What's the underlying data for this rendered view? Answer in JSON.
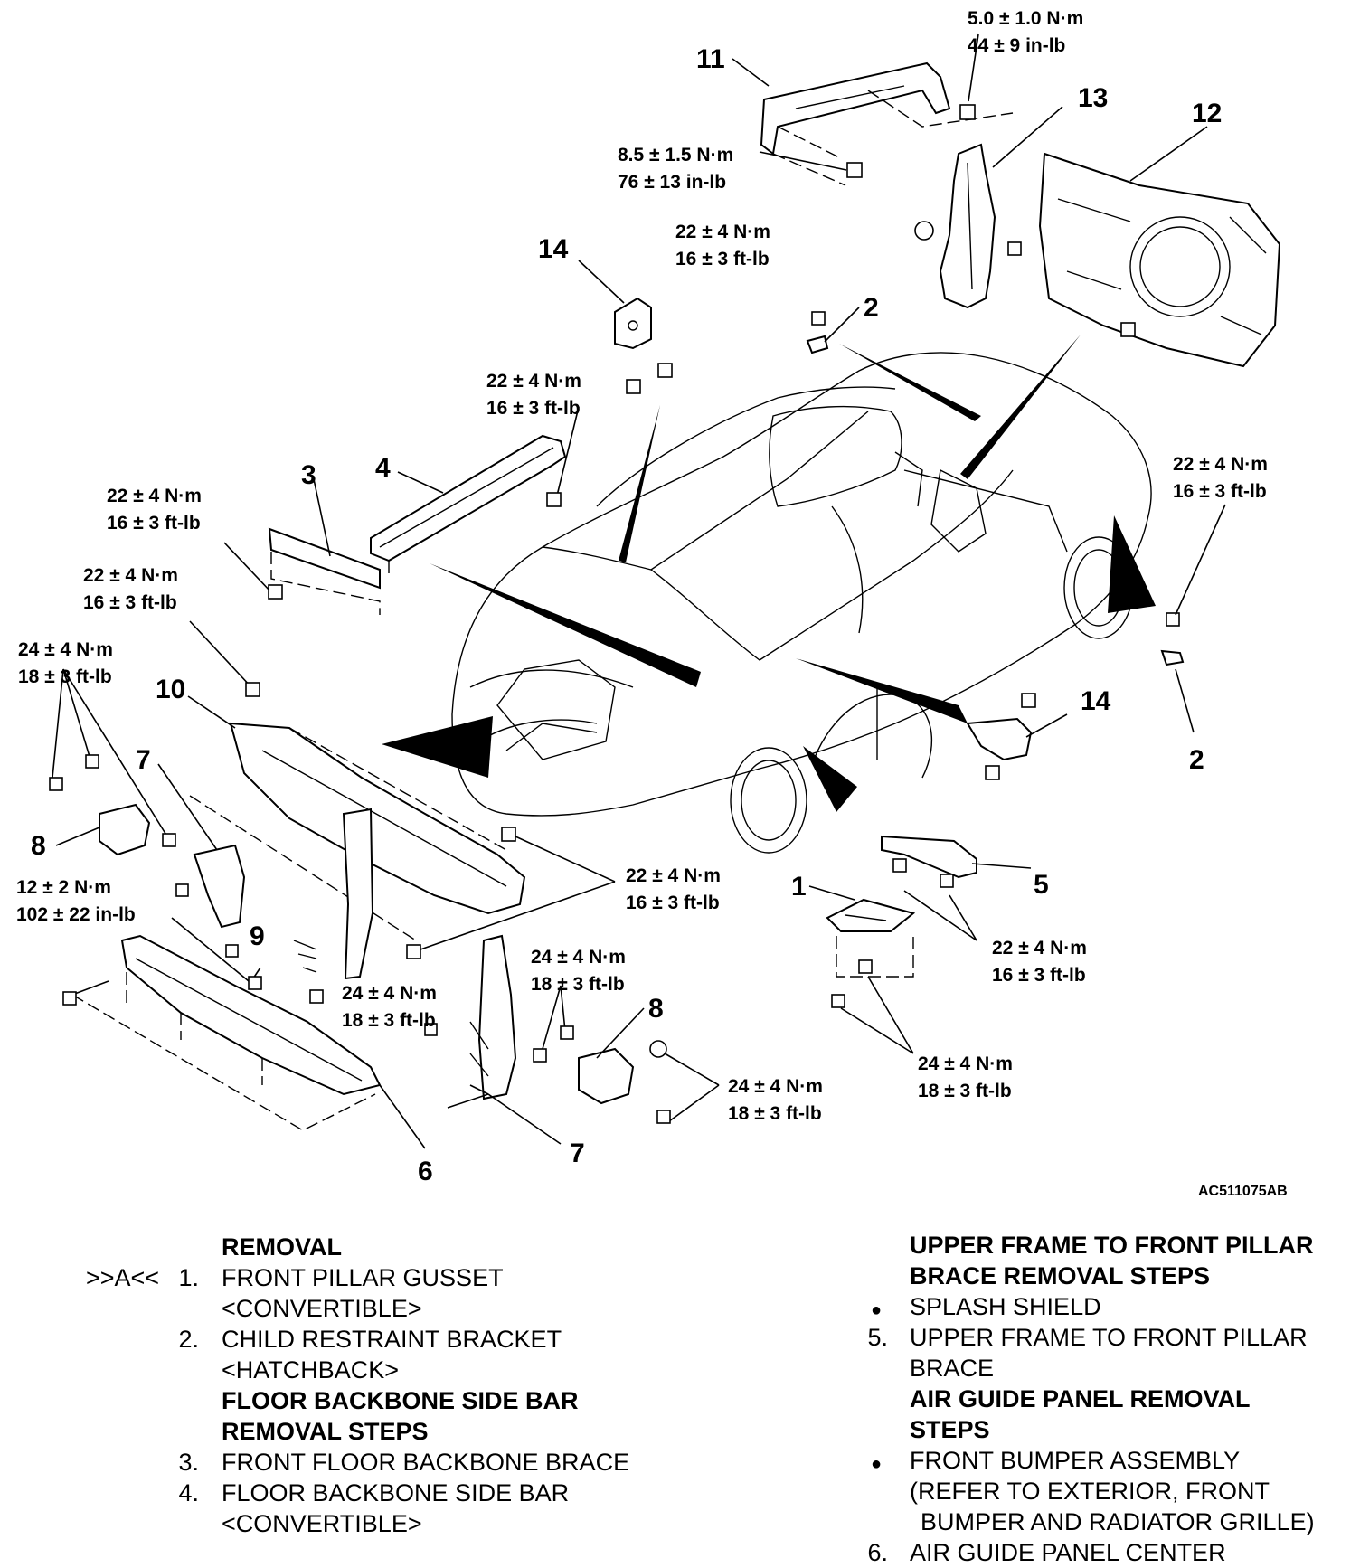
{
  "figure_code": "AC511075AB",
  "callouts": {
    "c1": "1",
    "c2a": "2",
    "c2b": "2",
    "c3": "3",
    "c4": "4",
    "c5": "5",
    "c6": "6",
    "c7a": "7",
    "c7b": "7",
    "c8a": "8",
    "c8b": "8",
    "c9": "9",
    "c10": "10",
    "c11": "11",
    "c12": "12",
    "c13": "13",
    "c14a": "14",
    "c14b": "14"
  },
  "torques": {
    "t_top_nm": "5.0 ± 1.0 N·m",
    "t_top_lb": "44 ± 9 in-lb",
    "t_85_nm": "8.5 ± 1.5 N·m",
    "t_85_lb": "76 ± 13 in-lb",
    "t_mid_nm": "22 ± 4 N·m",
    "t_mid_lb": "16 ± 3 ft-lb",
    "t_4_nm": "22 ± 4 N·m",
    "t_4_lb": "16 ± 3 ft-lb",
    "t_3_nm": "22 ± 4 N·m",
    "t_3_lb": "16 ± 3 ft-lb",
    "t_10_nm": "22 ± 4 N·m",
    "t_10_lb": "16 ± 3 ft-lb",
    "t_8_nm": "24 ± 4 N·m",
    "t_8_lb": "18 ± 3 ft-lb",
    "t_2r_nm": "22 ± 4 N·m",
    "t_2r_lb": "16 ± 3 ft-lb",
    "t_right_nm": "22 ± 4 N·m",
    "t_right_lb": "16 ± 3 ft-lb",
    "t_12_nm": "12 ± 2 N·m",
    "t_12_lb": "102 ± 22 in-lb",
    "t_9_nm": "24 ± 4 N·m",
    "t_9_lb": "18 ± 3 ft-lb",
    "t_8b_nm": "24 ± 4 N·m",
    "t_8b_lb": "18 ± 3 ft-lb",
    "t_8c_nm": "24 ± 4 N·m",
    "t_8c_lb": "18 ± 3 ft-lb",
    "t_5_nm": "22 ± 4 N·m",
    "t_5_lb": "16 ± 3 ft-lb",
    "t_1_nm": "24 ± 4 N·m",
    "t_1_lb": "18 ± 3 ft-lb"
  },
  "left_column": {
    "heading": "REMOVAL",
    "marker": ">>A<<",
    "items": [
      {
        "num": "1.",
        "lines": [
          "FRONT PILLAR GUSSET",
          "<CONVERTIBLE>"
        ]
      },
      {
        "num": "2.",
        "lines": [
          "CHILD RESTRAINT BRACKET",
          "<HATCHBACK>"
        ]
      }
    ],
    "subheading": [
      "FLOOR BACKBONE SIDE BAR",
      "REMOVAL STEPS"
    ],
    "items2": [
      {
        "num": "3.",
        "lines": [
          "FRONT FLOOR BACKBONE BRACE"
        ]
      },
      {
        "num": "4.",
        "lines": [
          "FLOOR BACKBONE SIDE BAR",
          "<CONVERTIBLE>"
        ]
      }
    ]
  },
  "right_column": {
    "heading": [
      "UPPER FRAME TO FRONT PILLAR",
      "BRACE REMOVAL STEPS"
    ],
    "bullet1": "SPLASH SHIELD",
    "item5_num": "5.",
    "item5": [
      "UPPER FRAME TO FRONT PILLAR",
      "BRACE"
    ],
    "subheading": [
      "AIR GUIDE PANEL REMOVAL",
      "STEPS"
    ],
    "bullet2": [
      "FRONT BUMPER ASSEMBLY",
      "(REFER TO EXTERIOR, FRONT",
      "BUMPER AND RADIATOR GRILLE)"
    ],
    "item6_num": "6.",
    "item6": "AIR GUIDE PANEL CENTER"
  }
}
